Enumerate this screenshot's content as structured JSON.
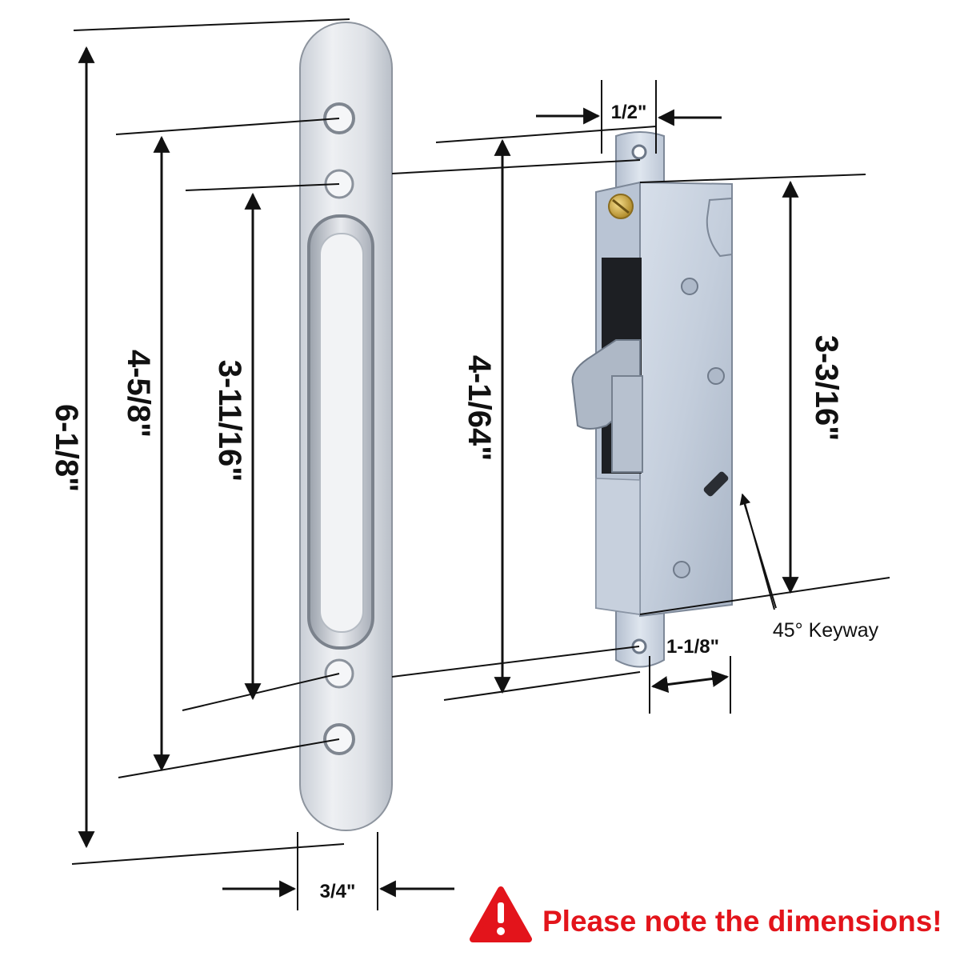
{
  "strike_plate": {
    "height_overall": "6-1/8\"",
    "outer_hole_spacing": "4-5/8\"",
    "inner_hole_spacing": "3-11/16\"",
    "width": "3/4\""
  },
  "mortise_lock": {
    "faceplate_hole_spacing": "4-1/64\"",
    "faceplate_width": "1/2\"",
    "case_height": "3-3/16\"",
    "case_depth": "1-1/8\"",
    "keyway_label": "45° Keyway"
  },
  "warning": {
    "text": "Please note the dimensions!",
    "icon": "warning-triangle-icon",
    "color": "#e3141b"
  },
  "colors": {
    "metal_light": "#e4e7ec",
    "metal_dark": "#aeb5c0",
    "zinc": "#c9d2df",
    "brass": "#d2b04a",
    "ink": "#111111"
  }
}
